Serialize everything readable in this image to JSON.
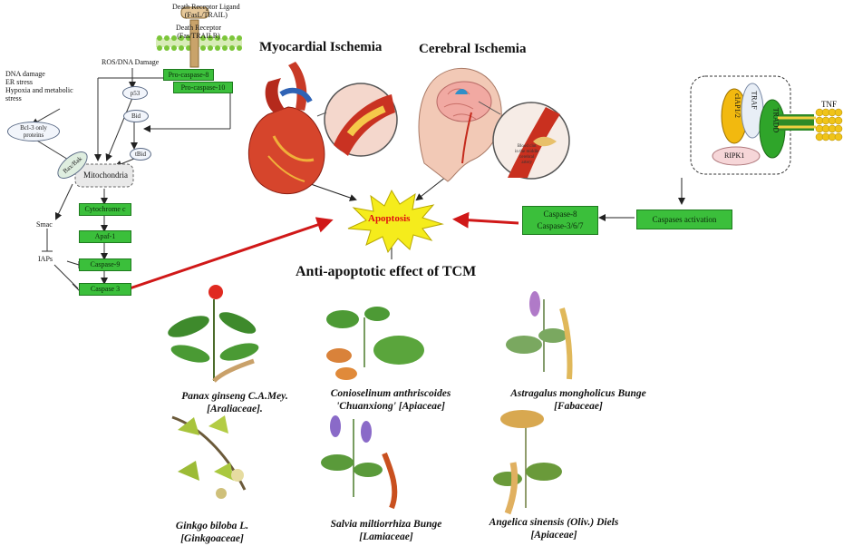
{
  "pathway": {
    "death_receptor_ligand": [
      "Death Receptor Ligand",
      "(FasL/TRAIL)"
    ],
    "death_receptor": [
      "Death Receptor",
      "(Fas/TRAILR)"
    ],
    "ros_dna_damage": "ROS/DNA Damage",
    "stress_list": [
      "DNA damage",
      "ER stress",
      "Hypoxia and metabolic",
      "stress"
    ],
    "pro_caspase_8": "Pro-caspase-8",
    "pro_caspase_10": "Pro-caspase-10",
    "p53": "p53",
    "bid": "Bid",
    "tbid": "tBid",
    "bh3": [
      "Bcl-3 only",
      "proteins"
    ],
    "bax_bak": "Bax/Bak",
    "mitochondria": "Mitochondria",
    "cytochrome_c": "Cytochrome c",
    "apaf1": "Apaf-1",
    "caspase9": "Caspase-9",
    "caspase3": "Caspase 3",
    "smac": "Smac",
    "iaps": "IAPs"
  },
  "headings": {
    "myocardial": "Myocardial Ischemia",
    "cerebral": "Cerebral Ischemia",
    "apoptosis": "Apoptosis",
    "anti_apoptotic": "Anti-apoptotic effect of TCM"
  },
  "ischemia_note": [
    "Blood clot",
    "in the middle",
    "cerebral",
    "artery"
  ],
  "tnf_complex": {
    "ciap": "cIAP1/2",
    "traf": "TRAF",
    "tradd": "TRADD",
    "ripk1": "RIPK1",
    "tnf": "TNF"
  },
  "caspase_box": [
    "Caspase-8",
    "Caspase-3/6/7"
  ],
  "caspases_activation": "Caspases activation",
  "herbs": [
    {
      "line1": "Panax ginseng C.A.Mey.",
      "line2": "[Araliaceae]."
    },
    {
      "line1": "Conioselinum anthriscoides",
      "line2": "'Chuanxiong' [Apiaceae]"
    },
    {
      "line1": "Astragalus mongholicus Bunge",
      "line2": "[Fabaceae]"
    },
    {
      "line1": "Ginkgo biloba L.",
      "line2": "[Ginkgoaceae]"
    },
    {
      "line1": "Salvia miltiorrhiza Bunge",
      "line2": "[Lamiaceae]"
    },
    {
      "line1": "Angelica sinensis (Oliv.) Diels",
      "line2": "[Apiaceae]"
    }
  ],
  "colors": {
    "box_green": "#3bbf3b",
    "arrow_red": "#d01818",
    "apoptosis_star": "#f5ec1c",
    "apoptosis_text": "#e01010"
  }
}
